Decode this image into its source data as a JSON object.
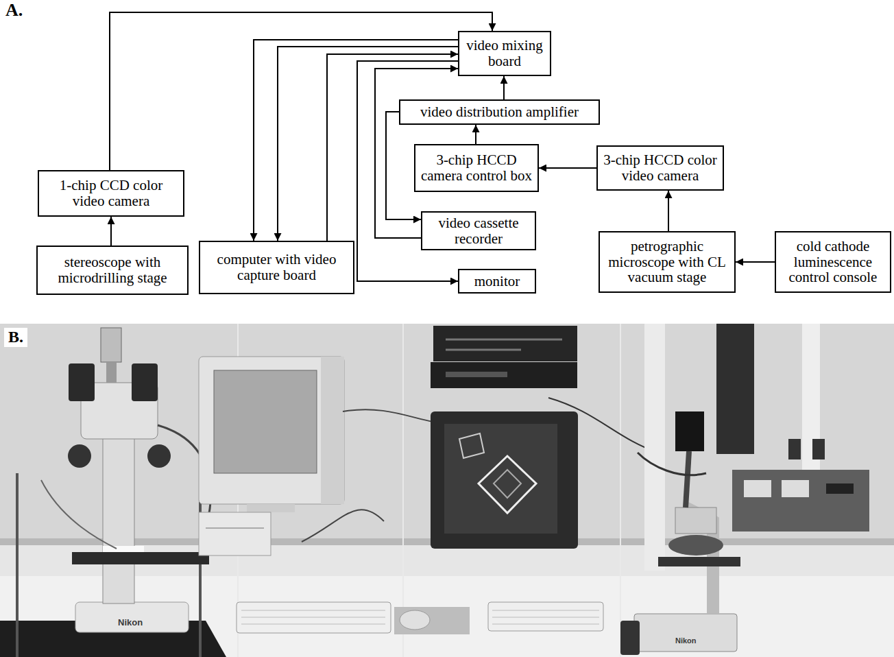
{
  "diagram": {
    "nodes": [
      {
        "text": [
          "video mixing board"
        ]
      },
      {
        "text": [
          "video distribution amplifier"
        ]
      },
      {
        "text": [
          "3-chip HCCD camera control box"
        ]
      },
      {
        "text": [
          "3-chip HCCD color video camera"
        ]
      },
      {
        "text": [
          "1-chip CCD color video camera"
        ]
      },
      {
        "text": [
          "video cassette recorder"
        ]
      },
      {
        "text": [
          "stereoscope with microdrilling stage"
        ]
      },
      {
        "text": [
          "computer with video capture board"
        ]
      },
      {
        "text": [
          "monitor"
        ]
      },
      {
        "text": [
          "petrographic microscope with CL vacuum stage"
        ]
      },
      {
        "text": [
          "cold cathode luminescence control console"
        ]
      }
    ],
    "edges": [
      {
        "from": 6,
        "to": 4,
        "arrow": "to"
      },
      {
        "from": 4,
        "to": 0,
        "arrow": "to"
      },
      {
        "from": 0,
        "to": 7,
        "arrow": "to"
      },
      {
        "from": 0,
        "to": 7,
        "arrow": "to"
      },
      {
        "from": 7,
        "to": 0,
        "arrow": "to"
      },
      {
        "from": 0,
        "to": 8,
        "arrow": "to"
      },
      {
        "from": 5,
        "to": 0,
        "arrow": "to"
      },
      {
        "from": 1,
        "to": 5,
        "arrow": "to"
      },
      {
        "from": 2,
        "to": 1,
        "arrow": "to"
      },
      {
        "from": 1,
        "to": 0,
        "arrow": "to"
      },
      {
        "from": 3,
        "to": 2,
        "arrow": "to"
      },
      {
        "from": 9,
        "to": 3,
        "arrow": "to"
      },
      {
        "from": 10,
        "to": 9,
        "arrow": "to"
      }
    ],
    "labels": [
      "A.",
      "B.",
      "Nikon",
      "Nikon"
    ]
  }
}
